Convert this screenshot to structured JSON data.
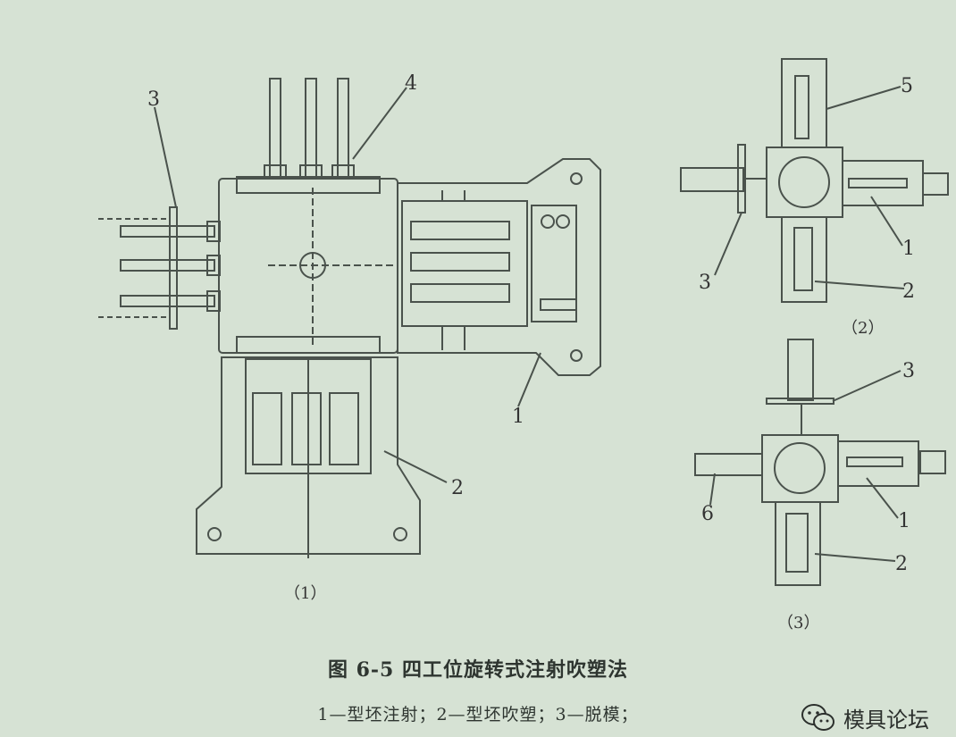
{
  "figure": {
    "caption_title": "图 6-5   四工位旋转式注射吹塑法",
    "caption_legend": "1—型坯注射；2—型坯吹塑；3—脱模；",
    "subfigures": [
      "（1）",
      "（2）",
      "（3）"
    ],
    "view1_labels": [
      "3",
      "4",
      "1",
      "2"
    ],
    "view2_labels": [
      "5",
      "3",
      "1",
      "2"
    ],
    "view3_labels": [
      "3",
      "6",
      "1",
      "2"
    ]
  },
  "watermark": {
    "text": "模具论坛",
    "icon": "wechat-icon"
  },
  "colors": {
    "background": "#d6e2d4",
    "line": "#4a524c"
  }
}
